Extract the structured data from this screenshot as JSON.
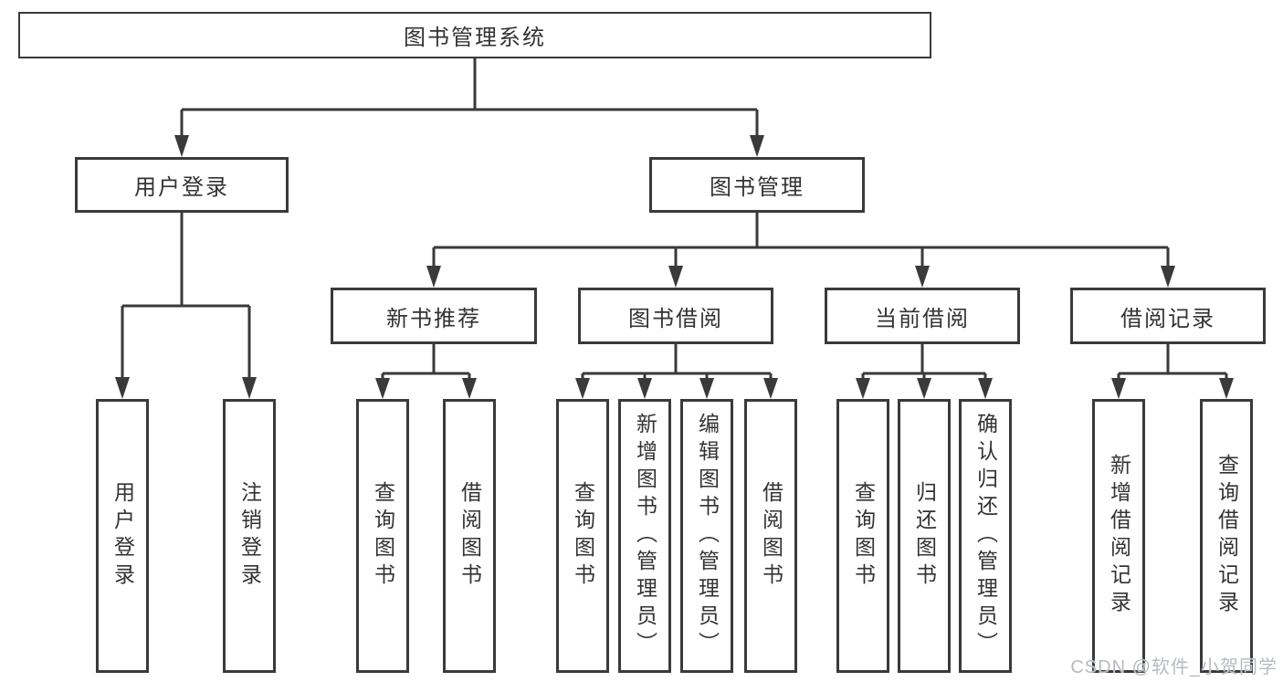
{
  "diagram": {
    "root": {
      "label": "图书管理系统"
    },
    "branches": [
      {
        "label": "用户登录",
        "children": [
          {
            "label": "用户登录"
          },
          {
            "label": "注销登录"
          }
        ]
      },
      {
        "label": "图书管理",
        "children": [
          {
            "label": "新书推荐",
            "children": [
              {
                "label": "查询图书"
              },
              {
                "label": "借阅图书"
              }
            ]
          },
          {
            "label": "图书借阅",
            "children": [
              {
                "label": "查询图书"
              },
              {
                "label": "新增图书（管理员）"
              },
              {
                "label": "编辑图书（管理员）"
              },
              {
                "label": "借阅图书"
              }
            ]
          },
          {
            "label": "当前借阅",
            "children": [
              {
                "label": "查询图书"
              },
              {
                "label": "归还图书"
              },
              {
                "label": "确认归还（管理员）"
              }
            ]
          },
          {
            "label": "借阅记录",
            "children": [
              {
                "label": "新增借阅记录"
              },
              {
                "label": "查询借阅记录"
              }
            ]
          }
        ]
      }
    ]
  },
  "watermark": {
    "text": "CSDN @软件_小贺同学"
  },
  "colors": {
    "line": "#3a3a3a",
    "box_border": "#3a3a3a",
    "text": "#333333",
    "background": "#ffffff",
    "watermark": "#b7bac1"
  }
}
